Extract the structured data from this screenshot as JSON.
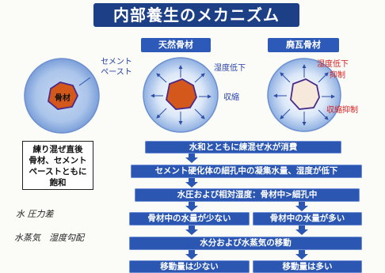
{
  "title": "内部養生のメカニズム",
  "headers": {
    "natural": "天然骨材",
    "roof_tile": "廃瓦骨材"
  },
  "left_diagram": {
    "paste_label": "セメント\nペースト",
    "aggregate_label": "骨材"
  },
  "natural_labels": {
    "humidity": "湿度低下",
    "shrink": "収縮"
  },
  "roof_tile_labels": {
    "humidity": "湿度低下",
    "suppress": "抑制",
    "shrink_suppress": "収縮抑制"
  },
  "note_box": [
    "練り混ぜ直後",
    "骨材、セメント",
    "ペーストともに",
    "飽和"
  ],
  "handwritten": [
    "水 圧力差",
    "水蒸気　湿度勾配"
  ],
  "steps": {
    "s1": "水和とともに練混ぜ水が消費",
    "s2": "セメント硬化体の細孔中の凝集水量、湿度が低下",
    "s3": "水圧および相対湿度：骨材中>細孔中",
    "s4_left": "骨材中の水量が少ない",
    "s4_right": "骨材中の水量が多い",
    "s5": "水分および水蒸気の移動",
    "s6_left": "移動量は少ない",
    "s6_right": "移動量は多い"
  },
  "colors": {
    "navy": "#1d3f86",
    "step_blue": "#2b57b2",
    "aggregate": "#d4581c",
    "tile_aggregate": "#f6e9dc",
    "red_label": "#d62020"
  }
}
